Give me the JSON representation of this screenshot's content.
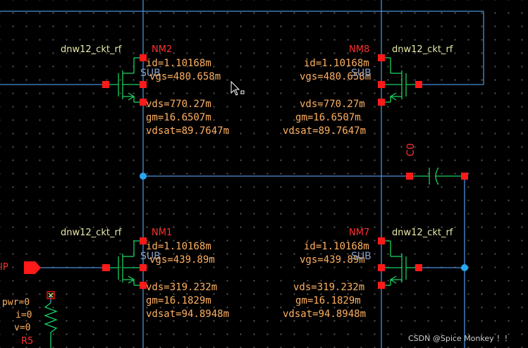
{
  "transistors": {
    "nm2": {
      "model": "dnw12_ckt_rf",
      "name": "NM2",
      "sub": "SUB",
      "id": "id=1.10168m",
      "vgs": "vgs=480.658m",
      "vds": "vds=770.27m",
      "gm": "gm=16.6507m",
      "vdsat": "vdsat=89.7647m"
    },
    "nm8": {
      "model": "dnw12_ckt_rf",
      "name": "NM8",
      "sub": "SUB",
      "id": "id=1.10168m",
      "vgs": "vgs=480.658m",
      "vds": "vds=770.27m",
      "gm": "gm=16.6507m",
      "vdsat": "vdsat=89.7647m"
    },
    "nm1": {
      "model": "dnw12_ckt_rf",
      "name": "NM1",
      "sub": "SUB",
      "id": "id=1.10168m",
      "vgs": "vgs=439.89m",
      "vds": "vds=319.232m",
      "gm": "gm=16.1829m",
      "vdsat": "vdsat=94.8948m"
    },
    "nm7": {
      "model": "dnw12_ckt_rf",
      "name": "NM7",
      "sub": "SUB",
      "id": "id=1.10168m",
      "vgs": "vgs=439.89m",
      "vds": "vds=319.232m",
      "gm": "gm=16.1829m",
      "vdsat": "vdsat=94.8948m"
    }
  },
  "capacitor": {
    "name": "C0"
  },
  "port": {
    "label": "IP"
  },
  "resistor": {
    "pwr": "pwr=0",
    "i": "i=0",
    "v": "v=0",
    "name": "R5"
  },
  "watermark": "CSDN @Spice Monkey ！！",
  "colors": {
    "wire": "#4a90d8",
    "pin": "#ff1a1a",
    "device": "#18d060",
    "param": "#ffb060",
    "model": "#e8e8a8"
  }
}
